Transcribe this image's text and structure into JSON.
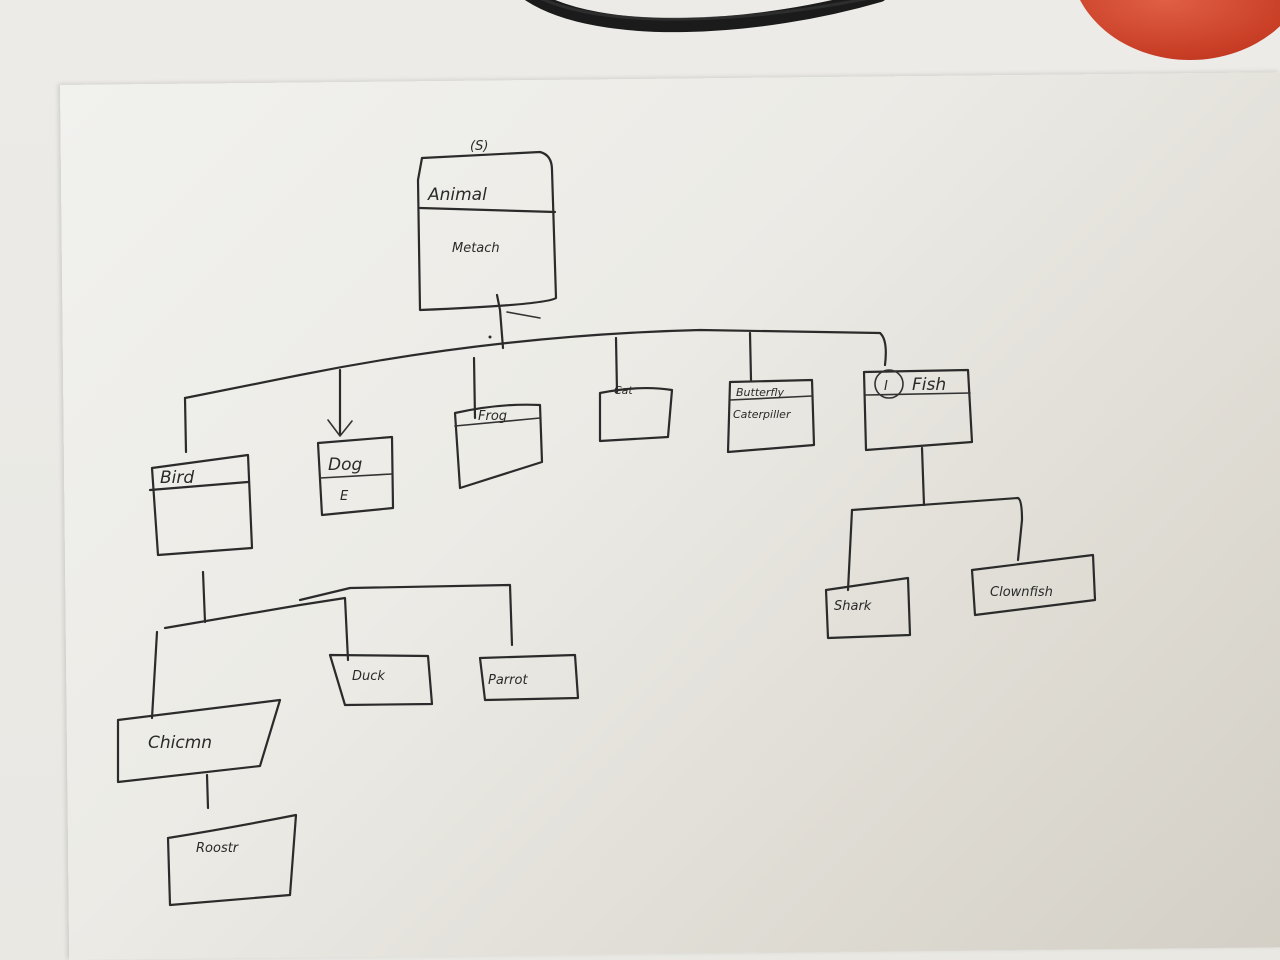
{
  "diagram": {
    "root": {
      "label": "Animal",
      "stereotype": "(S)",
      "method": "Metach"
    },
    "children": [
      {
        "label": "Bird",
        "children": [
          {
            "label": "Chicmn",
            "children": [
              {
                "label": "Roostr"
              }
            ]
          },
          {
            "label": "Duck"
          },
          {
            "label": "Parrot"
          }
        ]
      },
      {
        "label": "Dog",
        "note": "E"
      },
      {
        "label": "Frog"
      },
      {
        "label": "Cat"
      },
      {
        "label": "Butterfly",
        "sublabel": "Caterpiller"
      },
      {
        "label": "Fish",
        "marker": "I",
        "children": [
          {
            "label": "Shark"
          },
          {
            "label": "Clownfish"
          }
        ]
      }
    ]
  },
  "colors": {
    "ink": "#2b2b2b",
    "paper": "#ecebe6",
    "accent_red": "#c53a22",
    "cable": "#1b1b1b"
  }
}
